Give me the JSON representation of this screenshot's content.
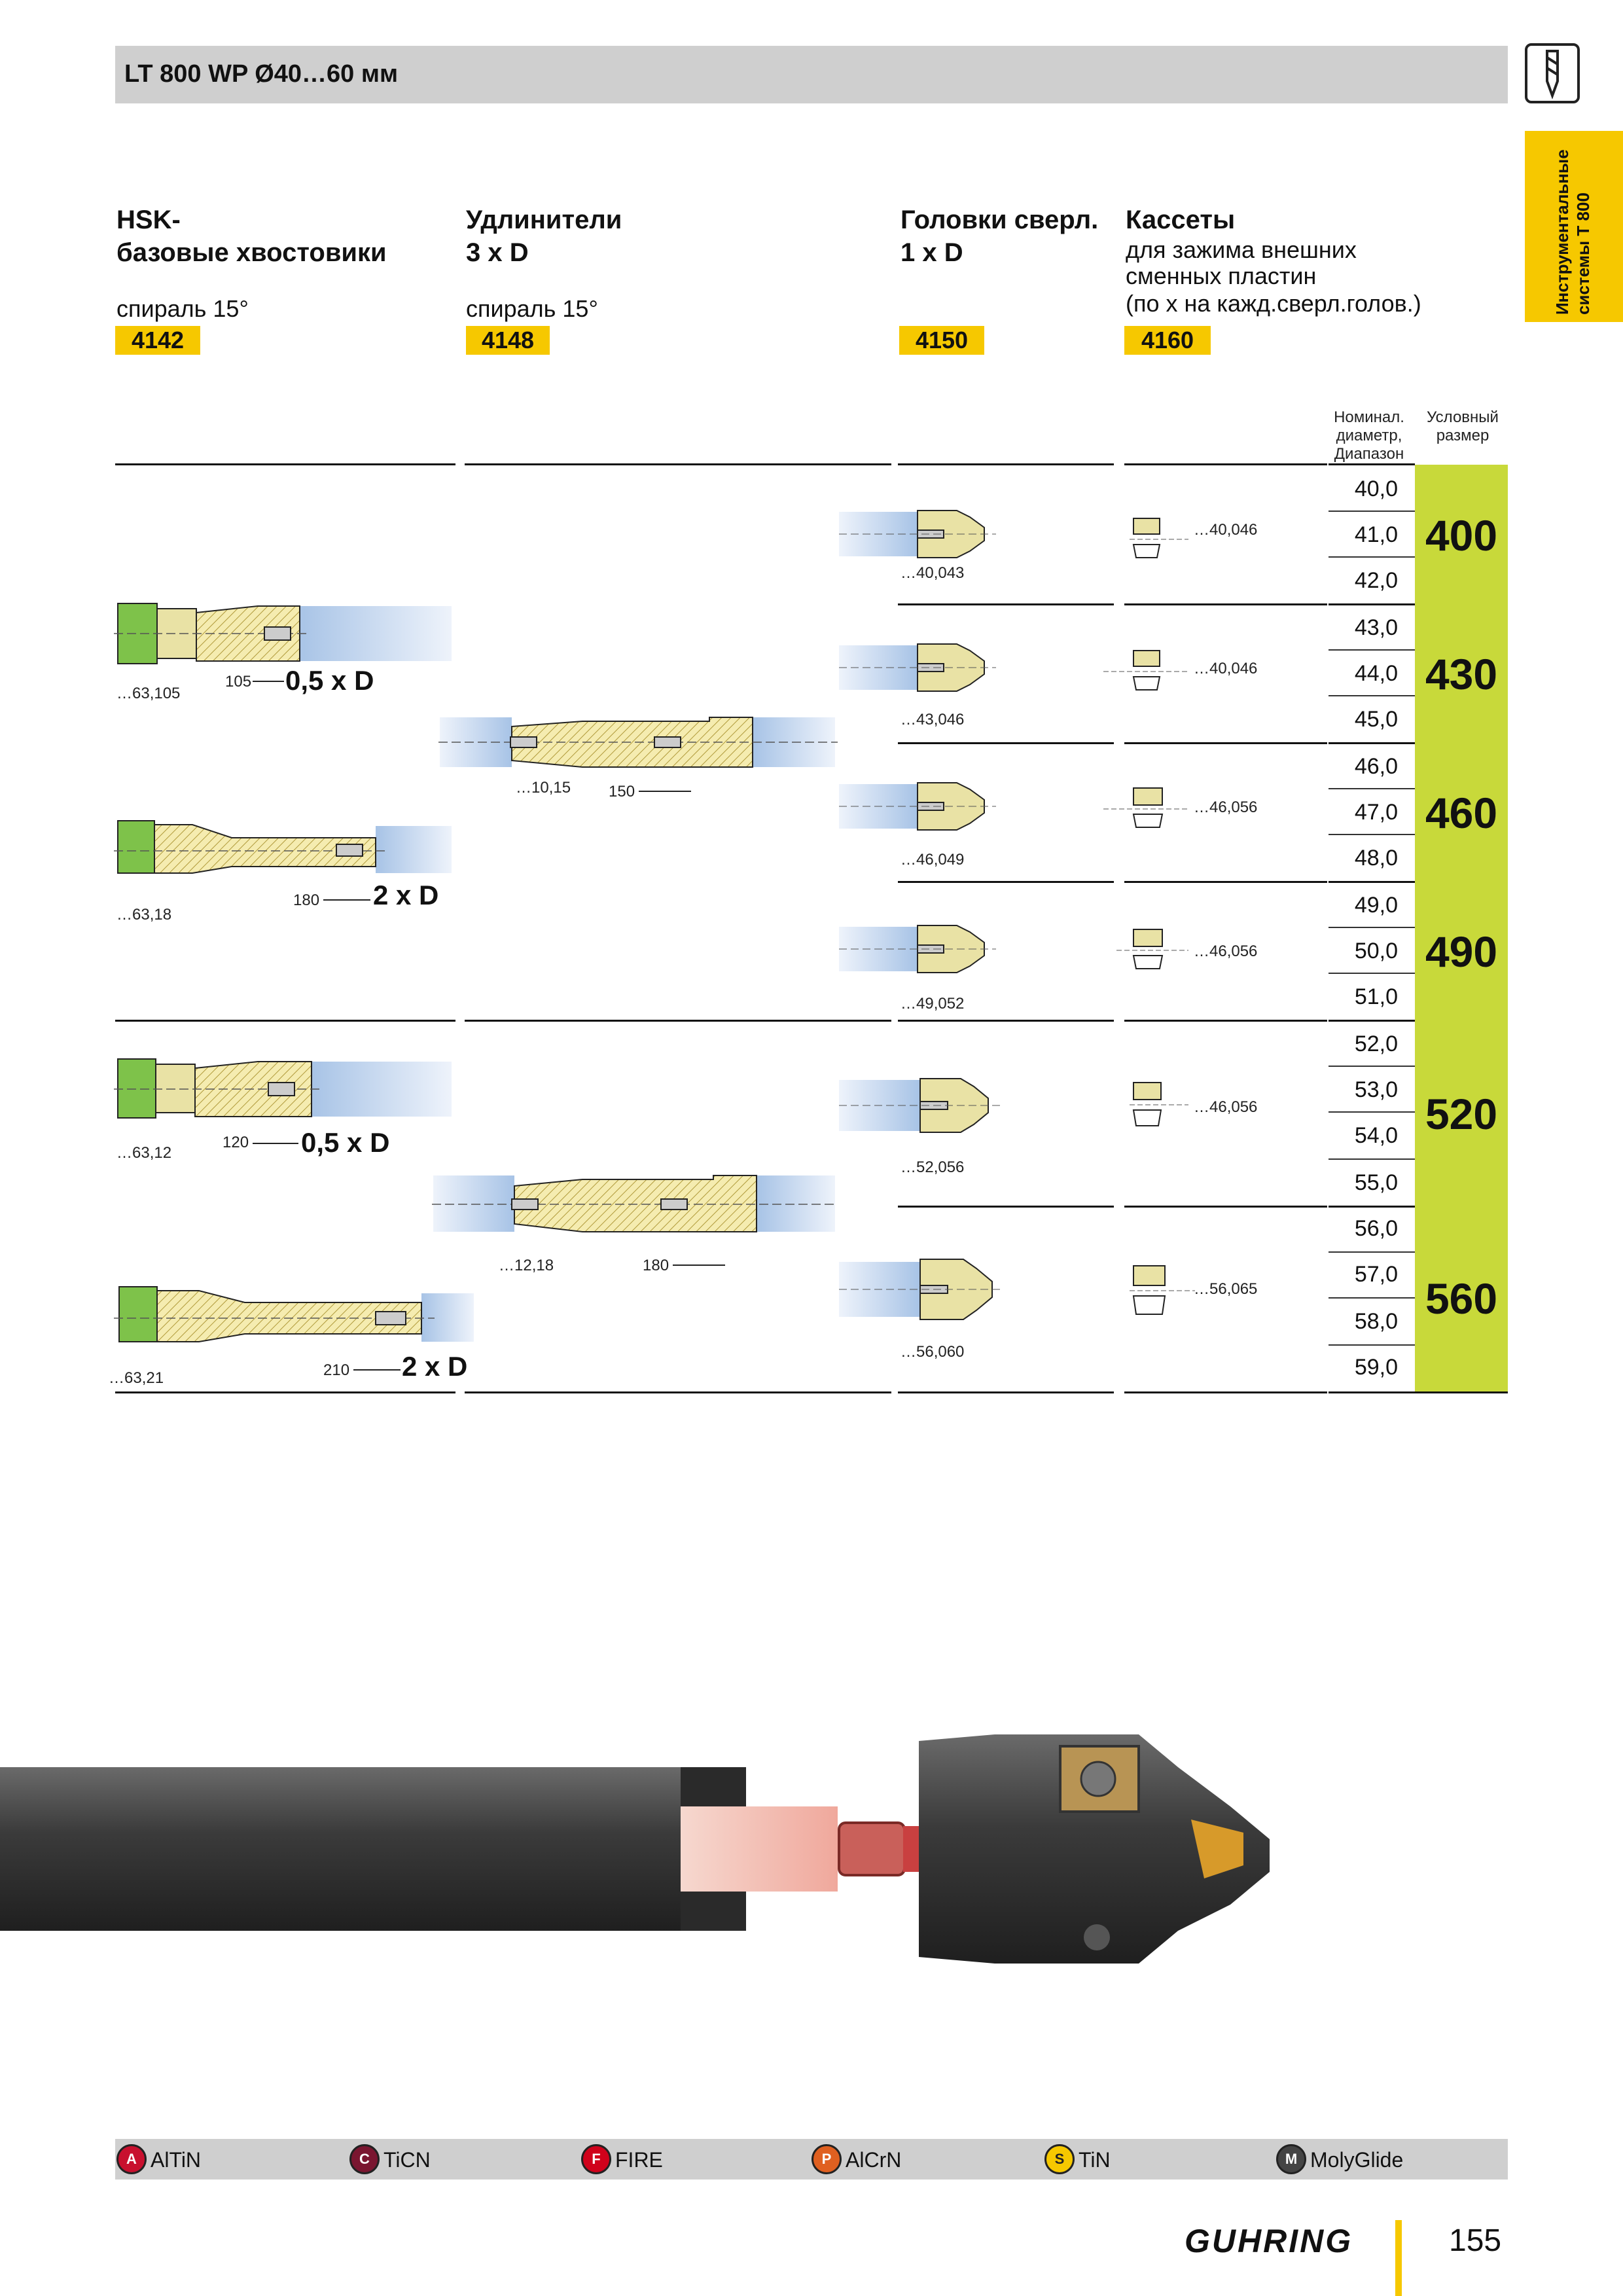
{
  "header": {
    "title": "LT 800 WP Ø40…60 мм"
  },
  "side_tab": {
    "line1": "Инструментальные",
    "line2": "системы Т 800"
  },
  "columns": [
    {
      "title1": "HSK-",
      "title2": "базовые хвостовики",
      "spiral": "спираль 15°",
      "code": "4142"
    },
    {
      "title1": "Удлинители",
      "title2": "3 x D",
      "spiral": "спираль 15°",
      "code": "4148"
    },
    {
      "title1": "Головки сверл.",
      "title2": "1 x D",
      "spiral": "",
      "code": "4150"
    },
    {
      "title1": "Кассеты",
      "desc1": "для зажима внешних",
      "desc2": "сменных пластин",
      "desc3": "(по x на кажд.сверл.голов.)",
      "code": "4160"
    }
  ],
  "table_head": {
    "nominal1": "Номинал.",
    "nominal2": "диаметр,",
    "nominal3": "Диапазон",
    "size1": "Условный",
    "size2": "размер"
  },
  "diameters": [
    "40,0",
    "41,0",
    "42,0",
    "43,0",
    "44,0",
    "45,0",
    "46,0",
    "47,0",
    "48,0",
    "49,0",
    "50,0",
    "51,0",
    "52,0",
    "53,0",
    "54,0",
    "55,0",
    "56,0",
    "57,0",
    "58,0",
    "59,0"
  ],
  "sizes": [
    "400",
    "430",
    "460",
    "490",
    "520",
    "560"
  ],
  "shank_labels": {
    "s1_code": "…63,105",
    "s1_len": "105",
    "s1_depth": "0,5 x D",
    "s2_code": "…63,18",
    "s2_len": "180",
    "s2_depth": "2 x D",
    "s3_code": "…63,12",
    "s3_len": "120",
    "s3_depth": "0,5 x D",
    "s4_code": "…63,21",
    "s4_len": "210",
    "s4_depth": "2 x D"
  },
  "extension_labels": {
    "e1_code": "…10,15",
    "e1_len": "150",
    "e2_code": "…12,18",
    "e2_len": "180"
  },
  "head_labels": [
    "…40,043",
    "…43,046",
    "…46,049",
    "…49,052",
    "…52,056",
    "…56,060"
  ],
  "cassette_labels": [
    "…40,046",
    "…40,046",
    "…46,056",
    "…46,056",
    "…46,056",
    "…56,065"
  ],
  "coatings": [
    {
      "icon": "A",
      "label": "AlTiN",
      "color": "#c8102e"
    },
    {
      "icon": "C",
      "label": "TiCN",
      "color": "#7a1630"
    },
    {
      "icon": "F",
      "label": "FIRE",
      "color": "#d0021b"
    },
    {
      "icon": "P",
      "label": "AlCrN",
      "color": "#e06020"
    },
    {
      "icon": "S",
      "label": "TiN",
      "color": "#f6c800"
    },
    {
      "icon": "M",
      "label": "MolyGlide",
      "color": "#444444"
    }
  ],
  "footer": {
    "brand": "GUHRING",
    "page": "155"
  }
}
